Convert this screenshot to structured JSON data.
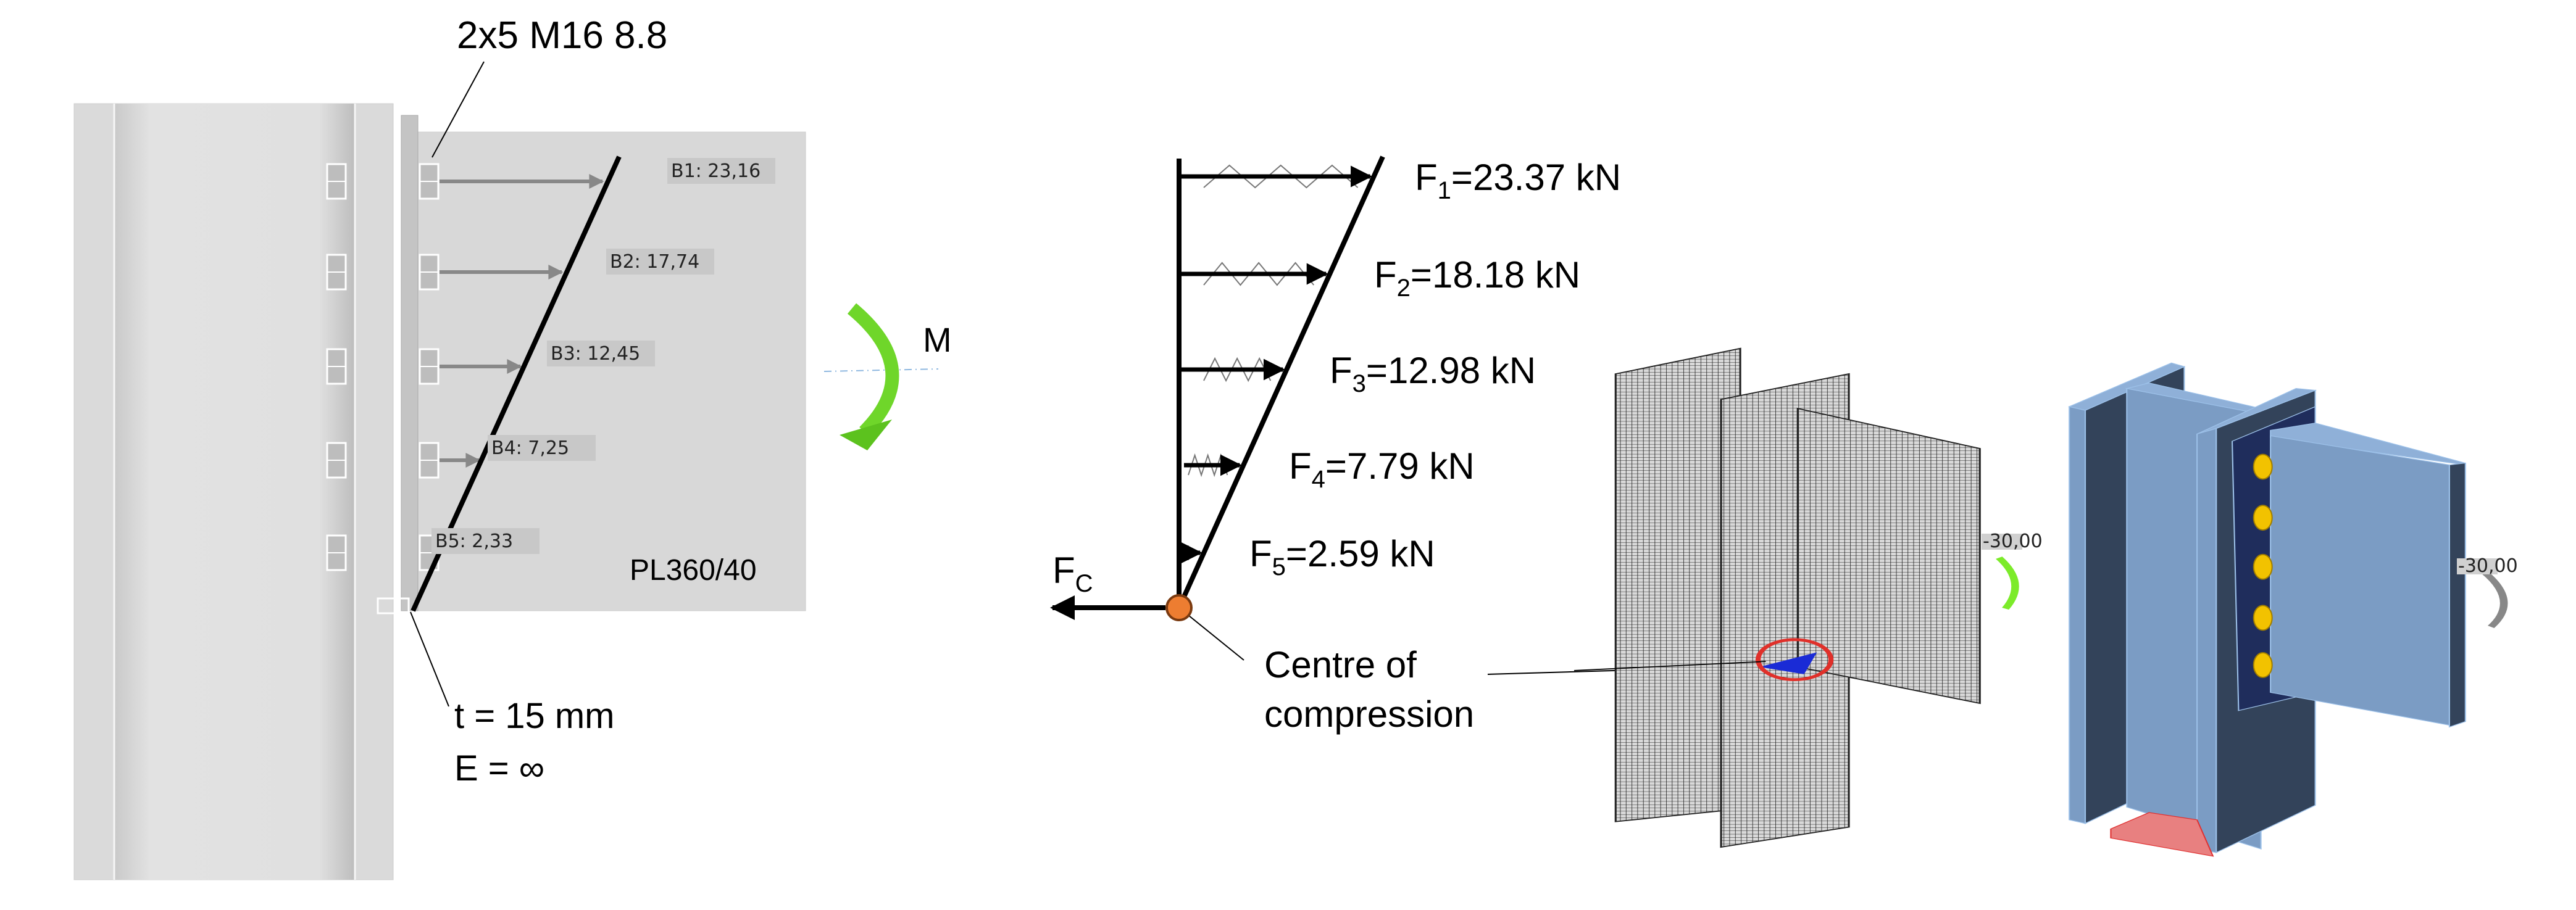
{
  "panel1": {
    "bolt_spec": "2x5 M16 8.8",
    "bolt_labels": [
      "B1: 23,16",
      "B2: 17,74",
      "B3: 12,45",
      "B4: 7,25",
      "B5: 2,33"
    ],
    "plate_label": "PL360/40",
    "thickness": "t = 15 mm",
    "stiffness": "E = ∞",
    "moment_label": "M",
    "moment_color": "#6FD62A"
  },
  "panel2": {
    "forces": [
      {
        "sym": "F",
        "sub": "1",
        "value": "=23.37 kN"
      },
      {
        "sym": "F",
        "sub": "2",
        "value": "=18.18 kN"
      },
      {
        "sym": "F",
        "sub": "3",
        "value": "=12.98 kN"
      },
      {
        "sym": "F",
        "sub": "4",
        "value": "=7.79 kN"
      },
      {
        "sym": "F",
        "sub": "5",
        "value": "=2.59 kN"
      }
    ],
    "compression": {
      "sym": "F",
      "sub": "C"
    },
    "centre_line1": "Centre of",
    "centre_line2": "compression",
    "centre_color": "#ED7D31"
  },
  "panel3": {
    "moment_value": "-30,00"
  },
  "panel4": {
    "moment_value": "-30,00",
    "steel_color": "#7B9CC4",
    "bolt_color": "#F2C200"
  }
}
